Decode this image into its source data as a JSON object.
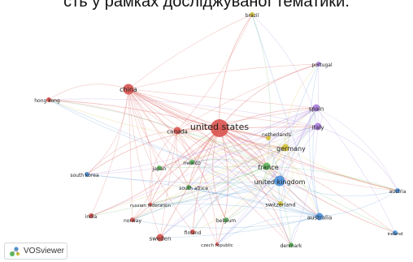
{
  "caption": "сть у рамках досліджуваної тематики.",
  "brand": {
    "label": "VOSviewer",
    "icon": "vosviewer-logo-icon"
  },
  "colors": {
    "red": "#d9534f",
    "green": "#5cb85c",
    "blue": "#4a90d9",
    "yellow": "#d4c03a",
    "purple": "#a97ddb"
  },
  "nodes": [
    {
      "id": "united states",
      "cluster": "red",
      "size": "xl"
    },
    {
      "id": "china",
      "cluster": "red",
      "size": "l"
    },
    {
      "id": "canada",
      "cluster": "red",
      "size": "m"
    },
    {
      "id": "hong kong",
      "cluster": "red",
      "size": "s"
    },
    {
      "id": "south korea",
      "cluster": "blue",
      "size": "s"
    },
    {
      "id": "india",
      "cluster": "red",
      "size": "s"
    },
    {
      "id": "norway",
      "cluster": "red",
      "size": "s"
    },
    {
      "id": "sweden",
      "cluster": "red",
      "size": "m"
    },
    {
      "id": "finland",
      "cluster": "red",
      "size": "s"
    },
    {
      "id": "russian federation",
      "cluster": "red",
      "size": "xs"
    },
    {
      "id": "czech republic",
      "cluster": "red",
      "size": "xs"
    },
    {
      "id": "japan",
      "cluster": "green",
      "size": "s"
    },
    {
      "id": "mexico",
      "cluster": "green",
      "size": "s"
    },
    {
      "id": "south africa",
      "cluster": "green",
      "size": "s"
    },
    {
      "id": "belgium",
      "cluster": "green",
      "size": "s"
    },
    {
      "id": "france",
      "cluster": "green",
      "size": "m"
    },
    {
      "id": "denmark",
      "cluster": "green",
      "size": "s"
    },
    {
      "id": "netherlands",
      "cluster": "yellow",
      "size": "s"
    },
    {
      "id": "germany",
      "cluster": "yellow",
      "size": "m"
    },
    {
      "id": "switzerland",
      "cluster": "yellow",
      "size": "s"
    },
    {
      "id": "brazil",
      "cluster": "yellow",
      "size": "s"
    },
    {
      "id": "united kingdom",
      "cluster": "blue",
      "size": "l"
    },
    {
      "id": "australia",
      "cluster": "blue",
      "size": "m"
    },
    {
      "id": "austria",
      "cluster": "blue",
      "size": "s"
    },
    {
      "id": "ireland",
      "cluster": "blue",
      "size": "s"
    },
    {
      "id": "portugal",
      "cluster": "purple",
      "size": "s"
    },
    {
      "id": "spain",
      "cluster": "purple",
      "size": "m"
    },
    {
      "id": "italy",
      "cluster": "purple",
      "size": "m"
    }
  ]
}
